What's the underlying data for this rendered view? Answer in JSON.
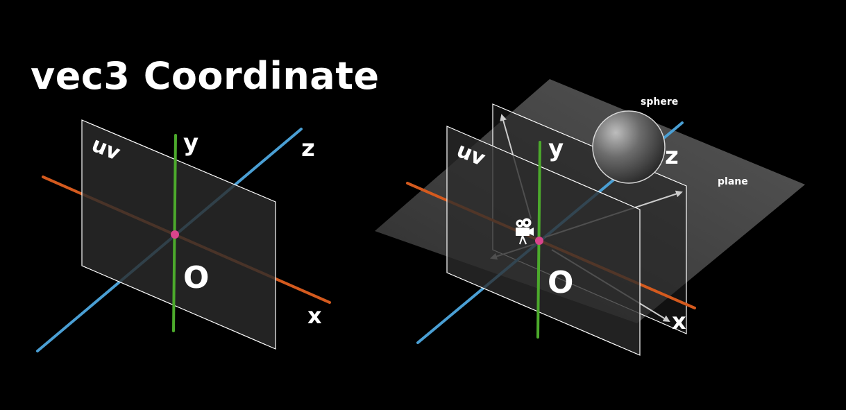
{
  "title": "vec3 Coordinate",
  "colors": {
    "background": "#000000",
    "x_axis": "#d45a1e",
    "y_axis": "#4caa2c",
    "z_axis": "#4a9fd4",
    "origin_dot": "#d9448c",
    "uv_plane": "#2b2b2b",
    "ray": "#cccccc",
    "text": "#ffffff"
  },
  "left_diagram": {
    "uv_label": "uv",
    "y_label": "y",
    "z_label": "z",
    "x_label": "x",
    "origin_label": "O"
  },
  "right_diagram": {
    "uv_label": "uv",
    "y_label": "y",
    "z_label": "z",
    "x_label": "x",
    "origin_label": "O",
    "sphere_label": "sphere",
    "plane_label": "plane",
    "camera_icon": "movie-camera-icon"
  }
}
